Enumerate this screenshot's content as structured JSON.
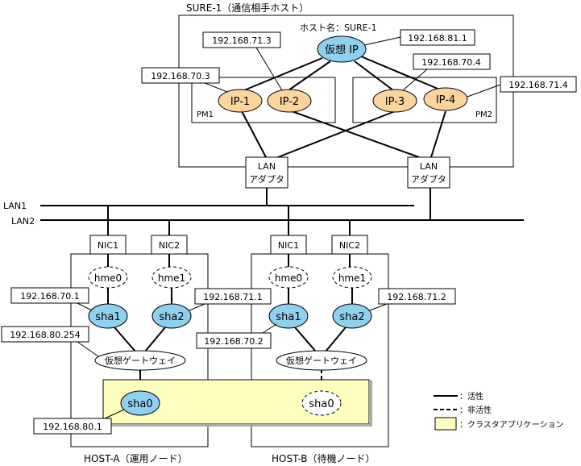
{
  "sure": {
    "title": "SURE-1（通信相手ホスト）",
    "hostname": "ホスト名：SURE-1",
    "virtual_ip": "仮想 IP",
    "ip1": "IP-1",
    "ip2": "IP-2",
    "ip3": "IP-3",
    "ip4": "IP-4",
    "pm1": "PM1",
    "pm2": "PM2",
    "addr_vip": "192.168.81.1",
    "addr_ip1": "192.168.70.3",
    "addr_ip2": "192.168.71.3",
    "addr_ip3": "192.168.70.4",
    "addr_ip4": "192.168.71.4",
    "lan_adapter_1": [
      "LAN",
      "アダプタ"
    ],
    "lan_adapter_2": [
      "LAN",
      "アダプタ"
    ]
  },
  "lans": {
    "lan1": "LAN1",
    "lan2": "LAN2"
  },
  "host_a": {
    "label": "HOST-A（運用ノード）",
    "nic1": "NIC1",
    "nic2": "NIC2",
    "hme0": "hme0",
    "hme1": "hme1",
    "sha1": "sha1",
    "sha2": "sha2",
    "sha0": "sha0",
    "gateway": "仮想ゲートウェイ",
    "addr_sha1": "192.168.70.1",
    "addr_sha2": "192.168.71.1",
    "addr_gateway": "192.168.80.254",
    "addr_sha0": "192.168.80.1"
  },
  "host_b": {
    "label": "HOST-B（待機ノード）",
    "nic1": "NIC1",
    "nic2": "NIC2",
    "hme0": "hme0",
    "hme1": "hme1",
    "sha1": "sha1",
    "sha2": "sha2",
    "sha0": "sha0",
    "gateway": "仮想ゲートウェイ",
    "addr_sha1": "192.168.70.2",
    "addr_sha2": "192.168.71.2"
  },
  "legend": {
    "active": "：活性",
    "inactive": "：非活性",
    "cluster_app": "：クラスタアプリケーション"
  },
  "colors": {
    "blue_node": "#8fd0ef",
    "orange_node": "#fbd49e",
    "cluster_fill": "#ffffc0"
  }
}
